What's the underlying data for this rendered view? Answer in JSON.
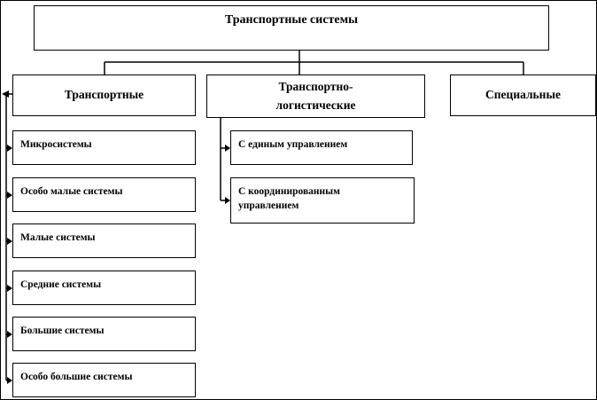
{
  "diagram": {
    "root": {
      "label": "Транспортные системы"
    },
    "branches": [
      {
        "label": "Транспортные",
        "children": [
          {
            "label": "Микросистемы"
          },
          {
            "label": "Особо малые системы"
          },
          {
            "label": "Малые системы"
          },
          {
            "label": "Средние системы"
          },
          {
            "label": "Большие системы"
          },
          {
            "label": "Особо большие системы"
          }
        ]
      },
      {
        "label_lines": [
          "Транспортно-",
          "логистические"
        ],
        "children": [
          {
            "label": "С единым управлением"
          },
          {
            "label_lines": [
              "С координированным",
              "управлением"
            ]
          }
        ]
      },
      {
        "label": "Специальные",
        "children": []
      }
    ]
  },
  "colors": {
    "background": "#ffffff",
    "line": "#000000",
    "text": "#000000"
  }
}
